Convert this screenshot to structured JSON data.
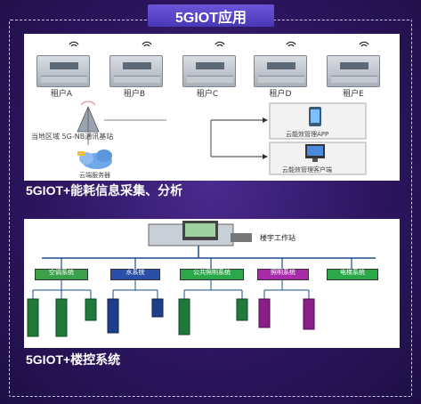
{
  "header": {
    "title": "5GIOT应用"
  },
  "energy": {
    "tenants": [
      "租户A",
      "租户B",
      "租户C",
      "租户D",
      "租户E"
    ],
    "base_station": "当地区域 5G-NB通讯基站",
    "server": "云端服务器",
    "app": "云能效管理APP",
    "client": "云能效管理客户端",
    "caption": "5GIOT+能耗信息采集、分析"
  },
  "bms": {
    "workstation": "楼宇工作站",
    "systems": [
      "空调系统",
      "水系统",
      "公共照明系统",
      "照明系统",
      "电梯系统"
    ],
    "caption": "5GIOT+楼控系统"
  },
  "colors": {
    "accent": "#5a44c8",
    "background": "#2c1660"
  }
}
